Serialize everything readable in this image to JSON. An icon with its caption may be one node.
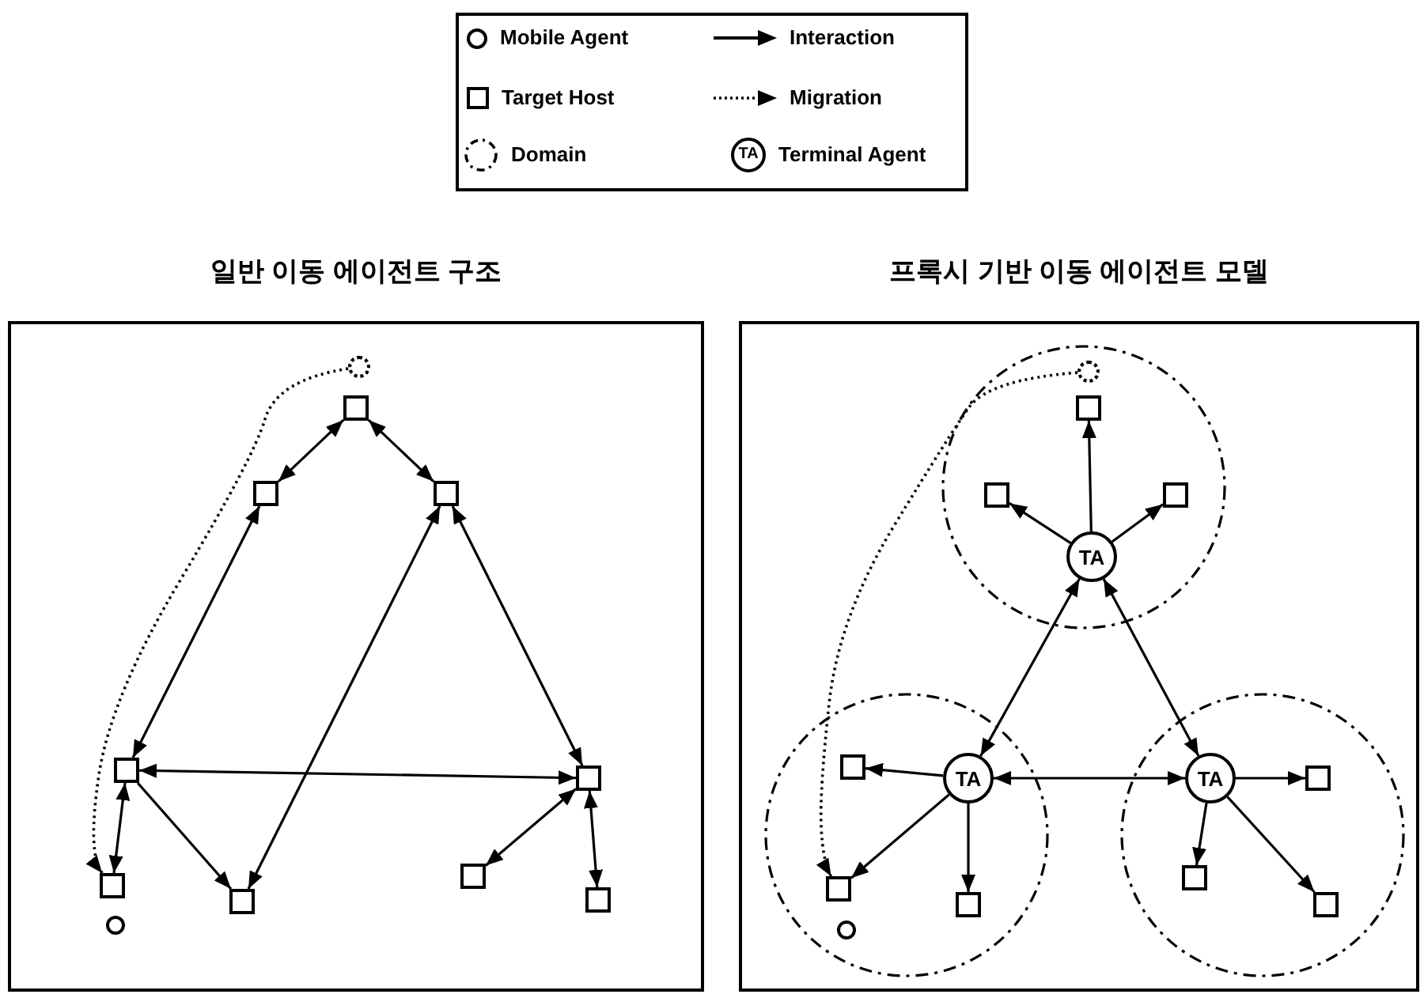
{
  "diagram": {
    "nodes": [
      {
        "text": [
          "일반 이동 에이전트 구조"
        ]
      },
      {
        "text": [],
        "shape": "circle",
        "in": 0
      },
      {
        "text": [],
        "shape": "box",
        "in": 0
      },
      {
        "text": [],
        "shape": "box",
        "in": 0
      },
      {
        "text": [],
        "shape": "box",
        "in": 0
      },
      {
        "text": [],
        "shape": "box",
        "in": 0
      },
      {
        "text": [],
        "shape": "box",
        "in": 0
      },
      {
        "text": [],
        "shape": "box",
        "in": 0
      },
      {
        "text": [],
        "shape": "circle",
        "in": 0
      },
      {
        "text": [],
        "shape": "box",
        "in": 0
      },
      {
        "text": [],
        "shape": "box",
        "in": 0
      },
      {
        "text": [],
        "shape": "box",
        "in": 0
      },
      {
        "text": [
          "프록시 기반 이동 에이전트 모델"
        ]
      },
      {
        "text": [],
        "shape": "circle",
        "in": 12
      },
      {
        "text": [],
        "shape": "circle",
        "in": 13
      },
      {
        "text": [],
        "shape": "box",
        "in": 13
      },
      {
        "text": [],
        "shape": "box",
        "in": 13
      },
      {
        "text": [],
        "shape": "box",
        "in": 13
      },
      {
        "text": [
          "TA"
        ],
        "in": 13
      },
      {
        "text": [],
        "shape": "circle",
        "in": 12
      },
      {
        "text": [
          "TA"
        ],
        "in": 19
      },
      {
        "text": [],
        "shape": "box",
        "in": 19
      },
      {
        "text": [],
        "shape": "box",
        "in": 19
      },
      {
        "text": [],
        "shape": "circle",
        "in": 19
      },
      {
        "text": [],
        "shape": "box",
        "in": 19
      },
      {
        "text": [],
        "shape": "circle",
        "in": 12
      },
      {
        "text": [
          "TA"
        ],
        "in": 25
      },
      {
        "text": [],
        "shape": "box",
        "in": 25
      },
      {
        "text": [],
        "shape": "box",
        "in": 25
      },
      {
        "text": [],
        "shape": "box",
        "in": 25
      }
    ],
    "edges": [
      {
        "from": 2,
        "to": 3,
        "arrow": "both"
      },
      {
        "from": 2,
        "to": 4,
        "arrow": "both"
      },
      {
        "from": 3,
        "to": 5,
        "arrow": "both"
      },
      {
        "from": 4,
        "to": 9,
        "arrow": "both"
      },
      {
        "from": 4,
        "to": 6,
        "arrow": "both"
      },
      {
        "from": 5,
        "to": 6,
        "arrow": "both"
      },
      {
        "from": 5,
        "to": 7,
        "arrow": "both"
      },
      {
        "from": 5,
        "to": 9,
        "arrow": "to"
      },
      {
        "from": 6,
        "to": 10,
        "arrow": "both"
      },
      {
        "from": 6,
        "to": 11,
        "arrow": "both"
      },
      {
        "from": 1,
        "to": 7,
        "arrow": "to",
        "style": "dashed"
      },
      {
        "from": 18,
        "to": 15,
        "arrow": "to"
      },
      {
        "from": 18,
        "to": 16,
        "arrow": "to"
      },
      {
        "from": 18,
        "to": 17,
        "arrow": "to"
      },
      {
        "from": 18,
        "to": 20,
        "arrow": "both"
      },
      {
        "from": 18,
        "to": 26,
        "arrow": "both"
      },
      {
        "from": 20,
        "to": 26,
        "arrow": "both"
      },
      {
        "from": 20,
        "to": 21,
        "arrow": "to"
      },
      {
        "from": 20,
        "to": 22,
        "arrow": "to"
      },
      {
        "from": 20,
        "to": 24,
        "arrow": "to"
      },
      {
        "from": 26,
        "to": 27,
        "arrow": "to"
      },
      {
        "from": 26,
        "to": 28,
        "arrow": "to"
      },
      {
        "from": 26,
        "to": 29,
        "arrow": "to"
      },
      {
        "from": 14,
        "to": 22,
        "arrow": "to",
        "style": "dashed"
      }
    ],
    "labels": [
      "TA"
    ],
    "legend": [
      {
        "text": "Mobile Agent"
      },
      {
        "text": "Interaction"
      },
      {
        "text": "Target Host"
      },
      {
        "text": "Migration"
      },
      {
        "text": "Domain"
      },
      {
        "text": "Terminal Agent"
      }
    ]
  }
}
